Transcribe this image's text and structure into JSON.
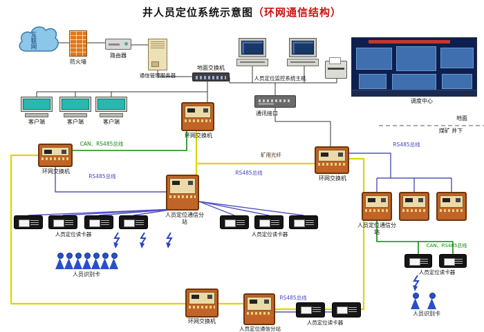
{
  "title": {
    "main": "井人员定位系统示意图",
    "paren": "（环网通信结构）"
  },
  "surface": {
    "internet": "互联网",
    "firewall": "防火墙",
    "router": "路由器",
    "server": "通信管理服务器",
    "switch": "地面交换机",
    "hosts": "人员定位监控系统主机",
    "dispatch": "调度中心",
    "client": "客户端",
    "interface": "通讯接口"
  },
  "underground": {
    "ring_switch": "环网交换机",
    "substation": "人员定位通信分站",
    "reader": "人员定位读卡器",
    "id_card": "人员识别卡"
  },
  "buses": {
    "can_rs485": "CAN、RS485总线",
    "rs485": "RS485总线",
    "fiber": "矿用光纤"
  },
  "zones": {
    "ground": "地面",
    "underground": "煤矿 井下"
  },
  "colors": {
    "fiber_line": "#ddd500",
    "can_bus_line": "#0a8a0a",
    "rs485_line": "#5050c0",
    "device_orange": "#c06428",
    "title_accent": "#cc1111"
  }
}
